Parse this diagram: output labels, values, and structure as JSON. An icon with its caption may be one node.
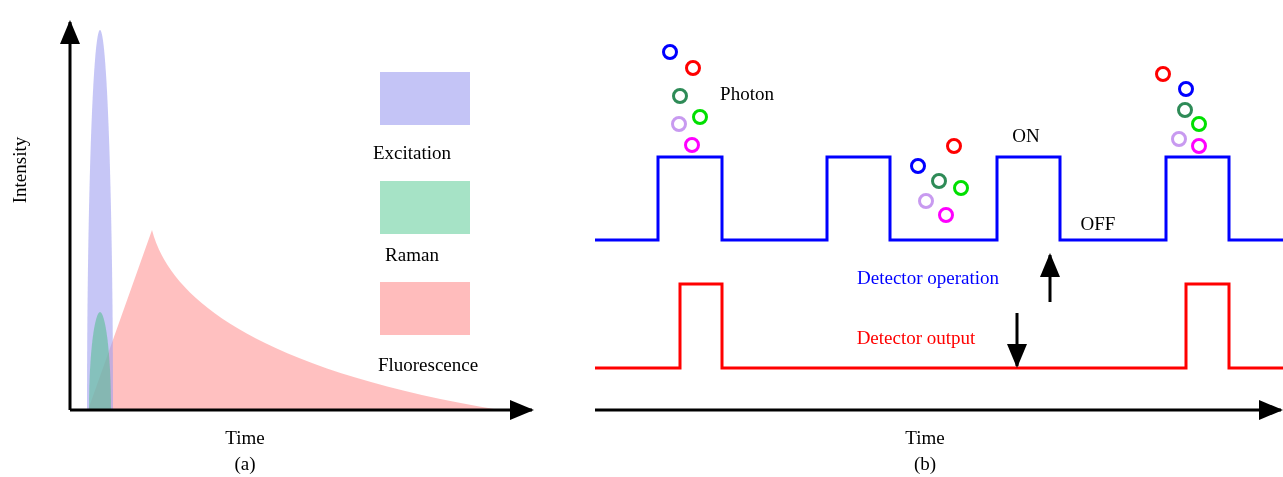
{
  "diagram": {
    "labels": [
      "Intensity",
      "Time",
      "(a)",
      "Photon",
      "ON",
      "OFF",
      "Detector operation",
      "Detector output",
      "Time",
      "(b)"
    ],
    "legend": [
      {
        "text": "Excitation",
        "color": "#c4c4f6"
      },
      {
        "text": "Raman",
        "color": "#a6e3c6"
      },
      {
        "text": "Fluorescence",
        "color": "#ffbcbc"
      }
    ]
  }
}
